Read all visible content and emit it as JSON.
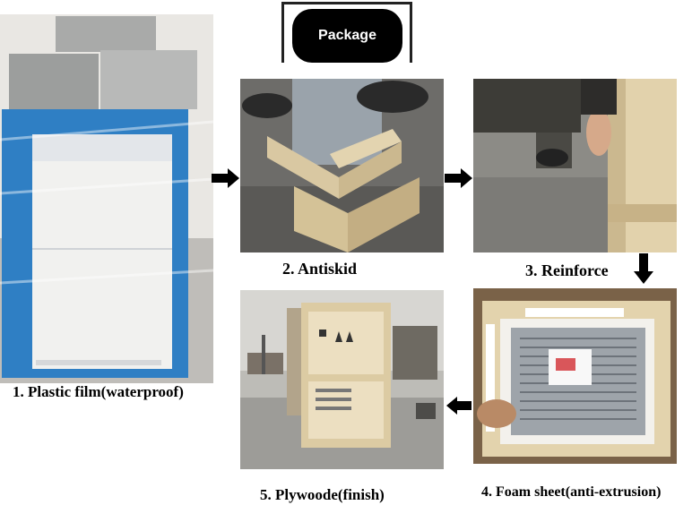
{
  "header": {
    "title": "Package"
  },
  "steps": [
    {
      "caption": "1. Plastic film(waterproof)",
      "photo": "cabinet wrapped in plastic film"
    },
    {
      "caption": "2. Antiskid",
      "photo": "wooden antiskid base"
    },
    {
      "caption": "3. Reinforce",
      "photo": "reinforcing the wooden frame"
    },
    {
      "caption": "4. Foam sheet(anti-extrusion)",
      "photo": "foam sheets inside the crate"
    },
    {
      "caption": "5. Plywoode(finish)",
      "photo": "finished plywood crate"
    }
  ],
  "arrows": [
    "right",
    "right",
    "down",
    "left"
  ],
  "colors": {
    "badge_bg": "#000000",
    "badge_text": "#ffffff",
    "cabinet_blue": "#2f7fc4",
    "wood": "#e6d6b3"
  }
}
